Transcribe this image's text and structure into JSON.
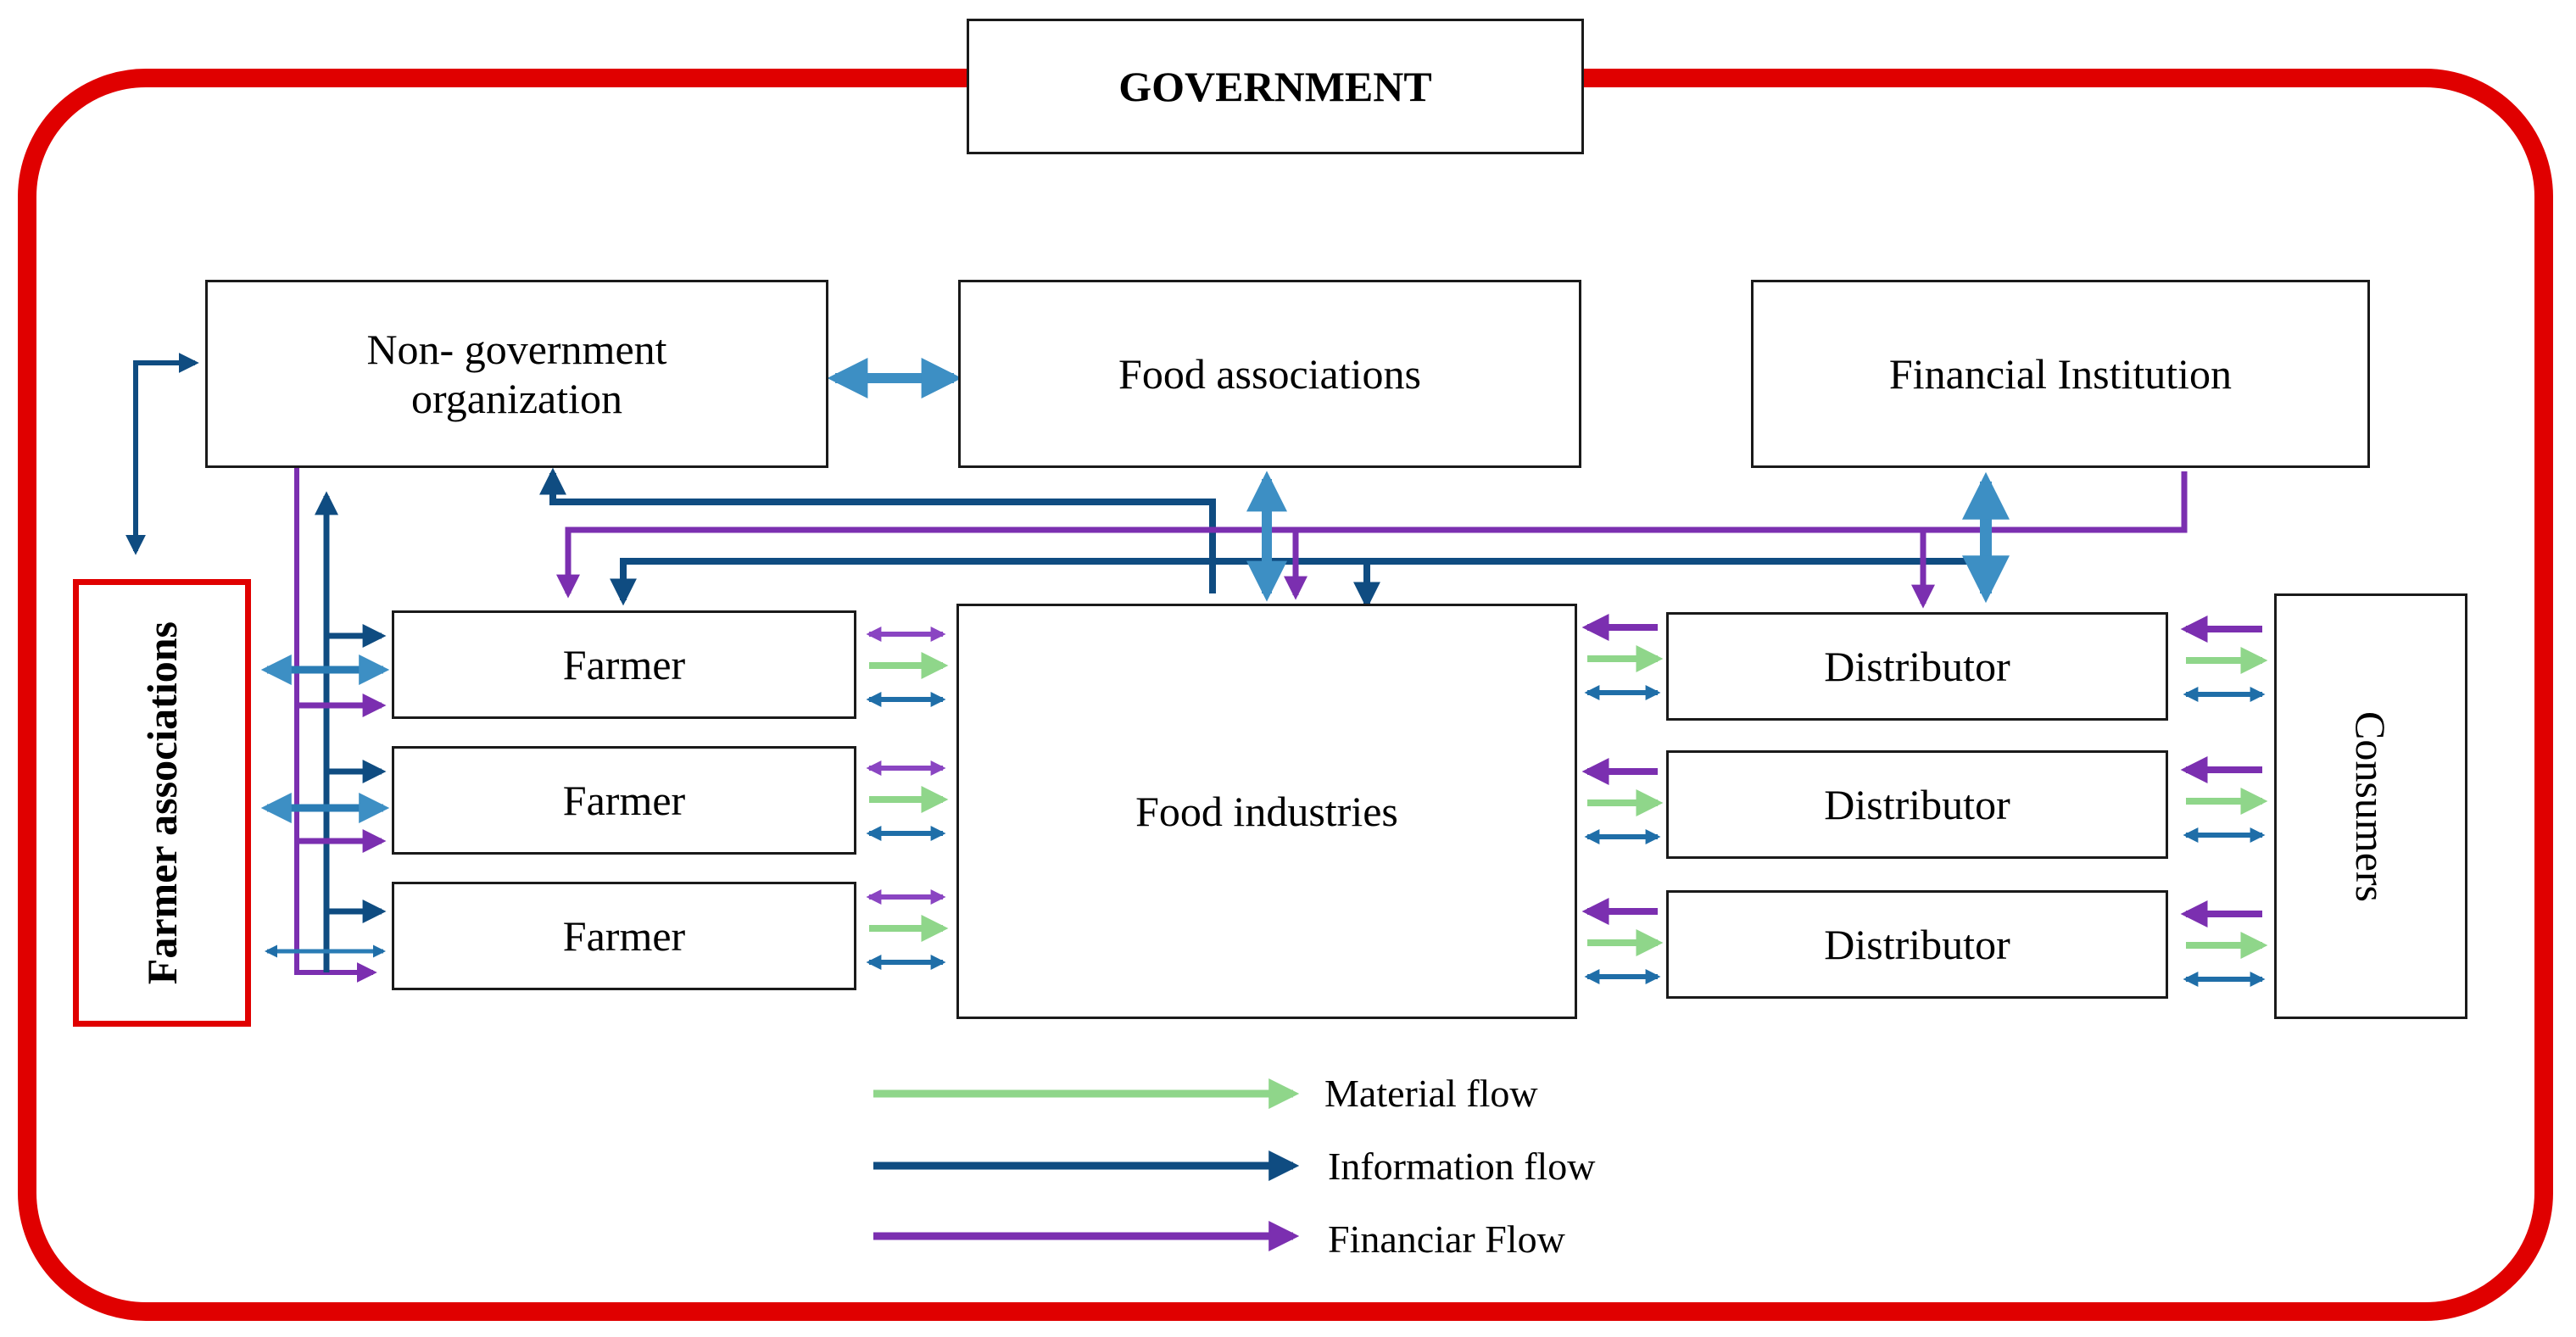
{
  "title": "GOVERNMENT",
  "nodes": {
    "ngo": "Non- government organization",
    "food_associations": "Food associations",
    "financial_institution": "Financial Institution",
    "farmer_associations": "Farmer associations",
    "farmers": [
      "Farmer",
      "Farmer",
      "Farmer"
    ],
    "food_industries": "Food industries",
    "distributors": [
      "Distributor",
      "Distributor",
      "Distributor"
    ],
    "consumers": "Consumers"
  },
  "legend": {
    "material": "Material flow",
    "information": "Information flow",
    "financial": "Financiar Flow"
  },
  "colors": {
    "boundary": "#e00000",
    "material": "#8fd68a",
    "information": "#0f4c81",
    "information_light": "#3d8fc4",
    "financial": "#7b2fb0",
    "box_border": "#1a1a1a"
  }
}
